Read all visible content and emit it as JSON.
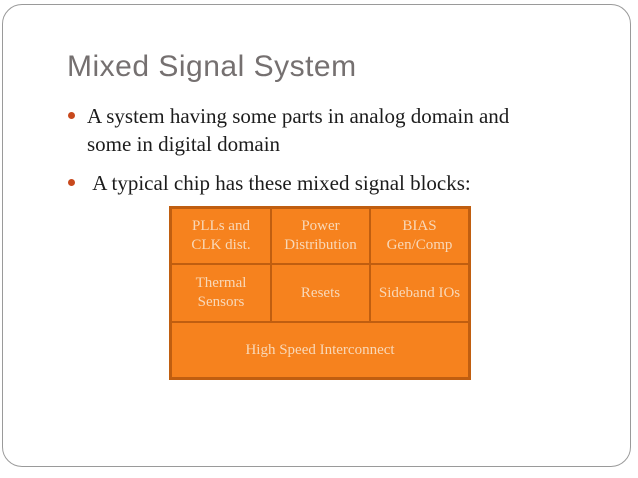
{
  "slide": {
    "title": "Mixed Signal System",
    "bullets": [
      "A system having some parts in analog domain and some in digital domain",
      " A typical chip has these mixed signal blocks:"
    ]
  },
  "table": {
    "rows": [
      {
        "cells": [
          {
            "line1": "PLLs and",
            "line2": "CLK dist."
          },
          {
            "line1": "Power",
            "line2": "Distribution"
          },
          {
            "line1": "BIAS",
            "line2": "Gen/Comp"
          }
        ]
      },
      {
        "cells": [
          {
            "line1": "Thermal",
            "line2": "Sensors"
          },
          {
            "line1": "Resets"
          },
          {
            "line1": "Sideband IOs"
          }
        ]
      },
      {
        "cells": [
          {
            "line1": "High Speed Interconnect"
          }
        ]
      }
    ]
  },
  "colors": {
    "title_gray": "#757070",
    "body_text": "#1c1c1c",
    "bullet_marker": "#c8491d",
    "table_fill": "#f6821e",
    "table_border": "#c05e10",
    "table_text": "#f8d8b8",
    "frame_border": "#9a9a9a"
  }
}
